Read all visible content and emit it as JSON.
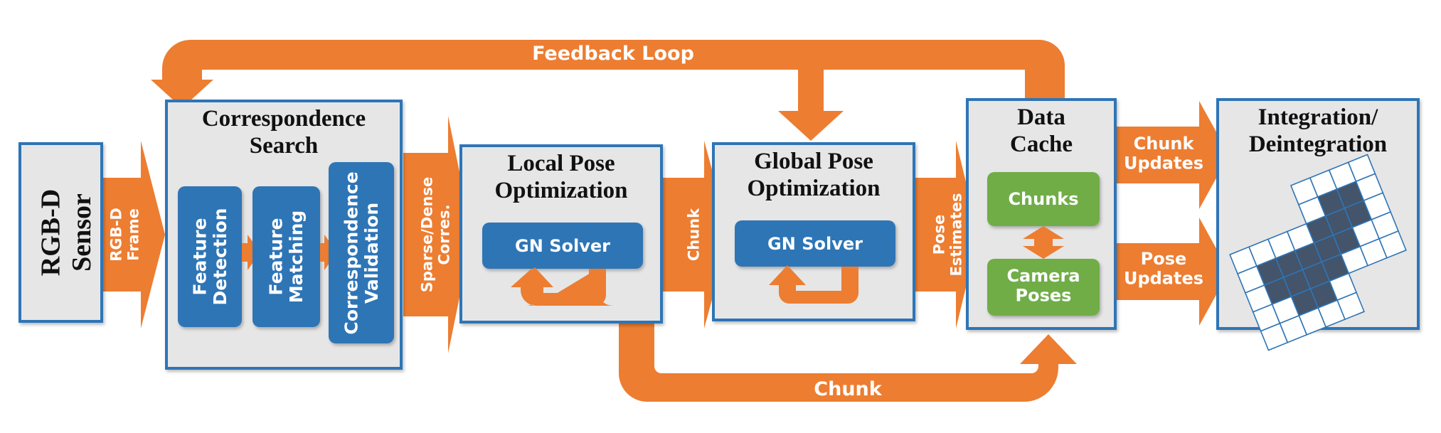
{
  "blocks": {
    "sensor": "RGB-D\nSensor",
    "correspondence": "Correspondence\nSearch",
    "local_pose": "Local Pose\nOptimization",
    "global_pose": "Global Pose\nOptimization",
    "data_cache": "Data\nCache",
    "integration": "Integration/\nDeintegration"
  },
  "sub_blocks": {
    "feature_detection": "Feature\nDetection",
    "feature_matching": "Feature\nMatching",
    "correspondence_validation": "Correspondence\nValidation",
    "local_solver": "GN Solver",
    "global_solver": "GN Solver",
    "chunks": "Chunks",
    "camera_poses": "Camera\nPoses"
  },
  "arrows": {
    "feedback_loop": "Feedback Loop",
    "rgbd_frame": "RGB-D\nFrame",
    "sparse_dense": "Sparse/Dense\nCorres.",
    "chunk_local_global": "Chunk",
    "pose_estimates": "Pose\nEstimates",
    "chunk_bottom": "Chunk",
    "chunk_updates": "Chunk\nUpdates",
    "pose_updates": "Pose\nUpdates"
  },
  "colors": {
    "orange": "#ED7D31",
    "block_fill": "#E6E6E6",
    "block_border": "#2E75B6",
    "blue_box": "#2E75B6",
    "green_box": "#70AD47",
    "grid_fill": "#44546A"
  }
}
